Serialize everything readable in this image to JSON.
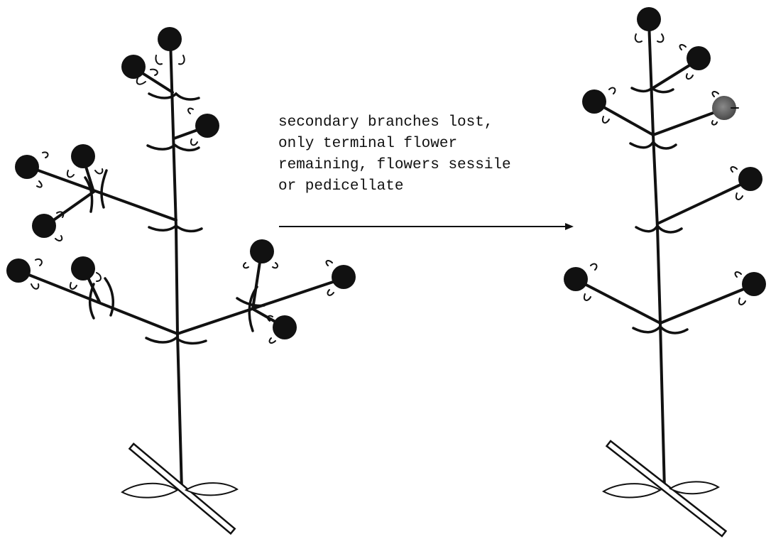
{
  "caption": {
    "lines": [
      "secondary branches lost,",
      "only terminal flower",
      "remaining, flowers sessile",
      "or pedicellate"
    ]
  },
  "colors": {
    "ink": "#111111",
    "background": "#ffffff",
    "faded_flower": "#6b6b6b"
  }
}
